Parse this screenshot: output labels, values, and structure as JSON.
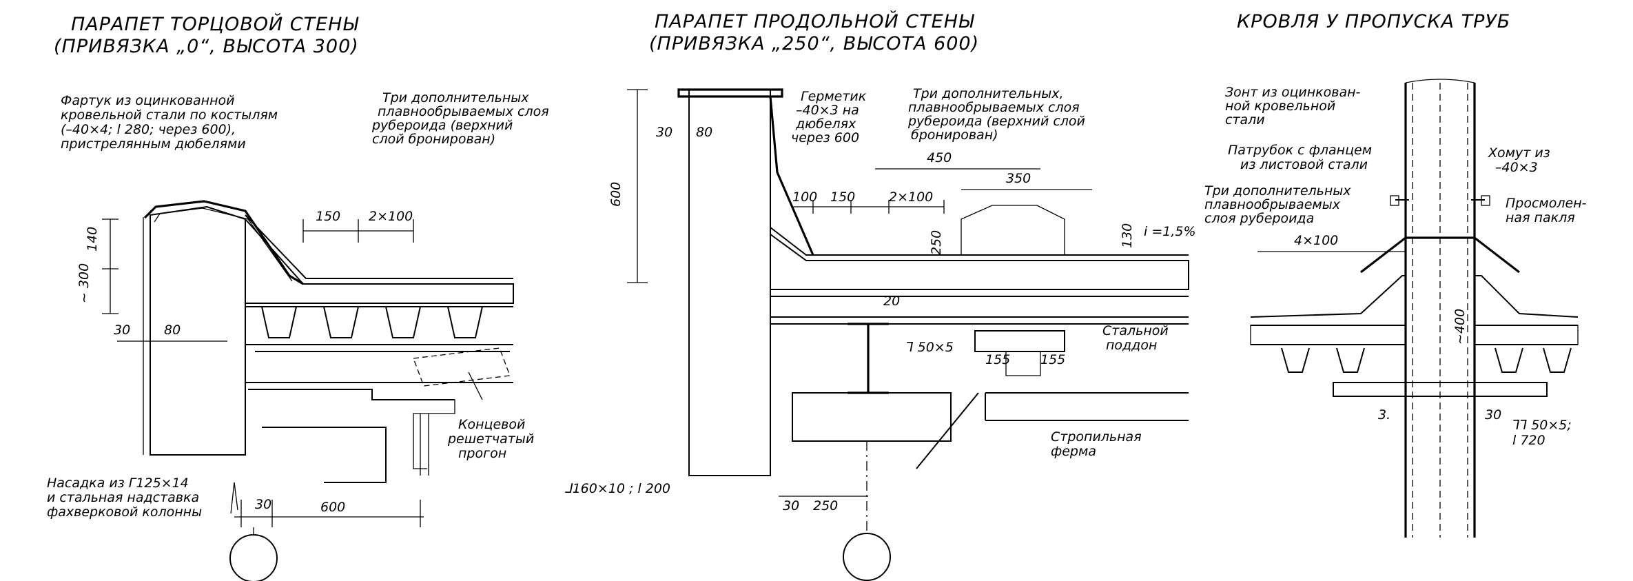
{
  "sections": [
    {
      "title": "ПАРАПЕТ ТОРЦОВОЙ СТЕНЫ",
      "subtitle": "(ПРИВЯЗКА „0“, ВЫСОТА 300)",
      "notes": {
        "apron": [
          "Фартук из оцинкованной",
          "кровельной стали по костылям",
          "(–40×4; l 280; через 600),",
          "пристрелянным дюбелями"
        ],
        "layers": [
          "Три дополнительных",
          "плавнообрываемых слоя",
          "рубероида (верхний",
          "слой бронирован)"
        ],
        "purlin": [
          "Концевой",
          "решетчатый",
          "прогон"
        ],
        "column": [
          "Насадка из Г125×14",
          "и стальная надставка",
          "фахверковой колонны"
        ]
      },
      "dims": {
        "d150": "150",
        "d2x100": "2×100",
        "d140": "140",
        "d300": "~ 300",
        "d30": "30",
        "d80": "80",
        "d30b": "30",
        "d600": "600"
      }
    },
    {
      "title": "ПАРАПЕТ ПРОДОЛЬНОЙ СТЕНЫ",
      "subtitle": "(ПРИВЯЗКА „250“, ВЫСОТА 600)",
      "notes": {
        "sealant": [
          "Герметик",
          "–40×3 на",
          "дюбелях",
          "через 600"
        ],
        "layers": [
          "Три дополнительных,",
          "плавнообрываемых слоя",
          "рубероида (верхний слой",
          "бронирован)"
        ],
        "pan": [
          "Стальной",
          "поддон"
        ],
        "truss": [
          "Стропильная",
          "ферма"
        ],
        "angle": "⅃160×10 ; l 200",
        "angle2": "⅂ 50×5"
      },
      "dims": {
        "d600": "600",
        "d30": "30",
        "d80": "80",
        "d450": "450",
        "d350": "350",
        "d100": "100",
        "d150": "150",
        "d2x100": "2×100",
        "d250": "250",
        "d130": "130",
        "slope": "i =1,5%",
        "d20": "20",
        "d155a": "155",
        "d155b": "155",
        "d30b": "30",
        "d250b": "250"
      }
    },
    {
      "title": "КРОВЛЯ У ПРОПУСКА ТРУБ",
      "notes": {
        "umbrella": [
          "Зонт из оцинкован-",
          "ной кровельной",
          "стали"
        ],
        "flange": [
          "Патрубок с фланцем",
          "из листовой стали"
        ],
        "clamp": [
          "Хомут из",
          "–40×3"
        ],
        "layers": [
          "Три дополнительных",
          "плавнообрываемых",
          "слоя рубероида"
        ],
        "tow": [
          "Просмолен-",
          "ная пакля"
        ],
        "angle": [
          "⅂⅂ 50×5;",
          "l 720"
        ]
      },
      "dims": {
        "d4x100": "4×100",
        "d400": "~400",
        "d3": "3.",
        "d30": "30"
      }
    }
  ]
}
